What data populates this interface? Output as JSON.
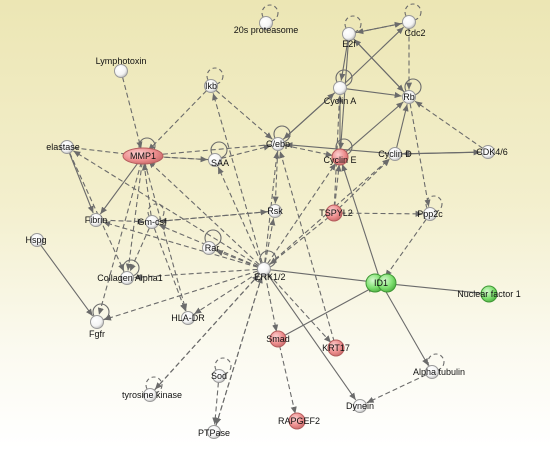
{
  "colors": {
    "neutral": "#ffffff",
    "red": "#ee8f8f",
    "green": "#7fe070",
    "edge": "#6b6b6b"
  },
  "nodes": [
    {
      "id": "proteasome",
      "label": "20s proteasome",
      "color": "neutral"
    },
    {
      "id": "cdc2",
      "label": "Cdc2",
      "color": "neutral"
    },
    {
      "id": "e2f",
      "label": "E2f",
      "color": "neutral"
    },
    {
      "id": "lymphotoxin",
      "label": "Lymphotoxin",
      "color": "neutral"
    },
    {
      "id": "ikb",
      "label": "Ikb",
      "color": "neutral"
    },
    {
      "id": "cyclina",
      "label": "Cyclin A",
      "color": "neutral"
    },
    {
      "id": "rb",
      "label": "Rb",
      "color": "neutral"
    },
    {
      "id": "elastase",
      "label": "elastase",
      "color": "neutral"
    },
    {
      "id": "mmp1",
      "label": "MMP1",
      "color": "red"
    },
    {
      "id": "saa",
      "label": "SAA",
      "color": "neutral"
    },
    {
      "id": "cebp",
      "label": "C/ebp",
      "color": "neutral"
    },
    {
      "id": "cycline",
      "label": "Cyclin E",
      "color": "red"
    },
    {
      "id": "cyclind",
      "label": "Cyclin D",
      "color": "neutral"
    },
    {
      "id": "cdk46",
      "label": "CDK4/6",
      "color": "neutral"
    },
    {
      "id": "fibrin",
      "label": "Fibrin",
      "color": "neutral"
    },
    {
      "id": "gmcsf",
      "label": "Gm-csf",
      "color": "neutral"
    },
    {
      "id": "rsk",
      "label": "Rsk",
      "color": "neutral"
    },
    {
      "id": "tspyl2",
      "label": "TSPYL2",
      "color": "red"
    },
    {
      "id": "ppp2c",
      "label": "Ppp2c",
      "color": "neutral"
    },
    {
      "id": "hspg",
      "label": "Hspg",
      "color": "neutral"
    },
    {
      "id": "rar",
      "label": "Rar",
      "color": "neutral"
    },
    {
      "id": "collagen",
      "label": "Collagen Alpha1",
      "color": "neutral"
    },
    {
      "id": "erk",
      "label": "ERK1/2",
      "color": "neutral"
    },
    {
      "id": "id1",
      "label": "ID1",
      "color": "green"
    },
    {
      "id": "nf1",
      "label": "Nuclear factor 1",
      "color": "green"
    },
    {
      "id": "hladr",
      "label": "HLA-DR",
      "color": "neutral"
    },
    {
      "id": "fgfr",
      "label": "Fgfr",
      "color": "neutral"
    },
    {
      "id": "smad",
      "label": "Smad",
      "color": "red"
    },
    {
      "id": "krt17",
      "label": "KRT17",
      "color": "red"
    },
    {
      "id": "sod",
      "label": "Sod",
      "color": "neutral"
    },
    {
      "id": "alphatub",
      "label": "Alpha tubulin",
      "color": "neutral"
    },
    {
      "id": "tyrkin",
      "label": "tyrosine kinase",
      "color": "neutral"
    },
    {
      "id": "dynein",
      "label": "Dynein",
      "color": "neutral"
    },
    {
      "id": "rapgef2",
      "label": "RAPGEF2",
      "color": "red"
    },
    {
      "id": "ptpase",
      "label": "PTPase",
      "color": "neutral"
    }
  ],
  "edges": [
    {
      "from": "lymphotoxin",
      "to": "mmp1",
      "style": "dashed"
    },
    {
      "from": "ikb",
      "to": "mmp1",
      "style": "dashed"
    },
    {
      "from": "ikb",
      "to": "cebp",
      "style": "dashed"
    },
    {
      "from": "elastase",
      "to": "mmp1",
      "style": "dashed"
    },
    {
      "from": "elastase",
      "to": "fibrin",
      "style": "solid"
    },
    {
      "from": "elastase",
      "to": "collagen",
      "style": "dashed"
    },
    {
      "from": "mmp1",
      "to": "fibrin",
      "style": "solid"
    },
    {
      "from": "mmp1",
      "to": "collagen",
      "style": "dashed"
    },
    {
      "from": "mmp1",
      "to": "hladr",
      "style": "dashed"
    },
    {
      "from": "mmp1",
      "to": "fgfr",
      "style": "dashed"
    },
    {
      "from": "mmp1",
      "to": "saa",
      "style": "dashed"
    },
    {
      "from": "saa",
      "to": "mmp1",
      "style": "dashed"
    },
    {
      "from": "saa",
      "to": "cebp",
      "style": "dashed"
    },
    {
      "from": "cebp",
      "to": "mmp1",
      "style": "dashed"
    },
    {
      "from": "cebp",
      "to": "cycline",
      "style": "dashed"
    },
    {
      "from": "cebp",
      "to": "rsk",
      "style": "dashed"
    },
    {
      "from": "cebp",
      "to": "cyclina",
      "style": "solid"
    },
    {
      "from": "e2f",
      "to": "cyclina",
      "style": "solid"
    },
    {
      "from": "e2f",
      "to": "cycline",
      "style": "solid"
    },
    {
      "from": "e2f",
      "to": "cdc2",
      "style": "solid"
    },
    {
      "from": "e2f",
      "to": "rb",
      "style": "solid"
    },
    {
      "from": "rb",
      "to": "e2f",
      "style": "solid"
    },
    {
      "from": "cdc2",
      "to": "rb",
      "style": "dashed"
    },
    {
      "from": "cdc2",
      "to": "e2f",
      "style": "dashed"
    },
    {
      "from": "cyclina",
      "to": "cdc2",
      "style": "solid"
    },
    {
      "from": "cyclina",
      "to": "rb",
      "style": "solid"
    },
    {
      "from": "cyclina",
      "to": "cebp",
      "style": "solid"
    },
    {
      "from": "cycline",
      "to": "rb",
      "style": "solid"
    },
    {
      "from": "cycline",
      "to": "cyclina",
      "style": "solid"
    },
    {
      "from": "cyclind",
      "to": "rb",
      "style": "solid"
    },
    {
      "from": "cyclind",
      "to": "cebp",
      "style": "solid"
    },
    {
      "from": "cyclind",
      "to": "cdk46",
      "style": "solid"
    },
    {
      "from": "cdk46",
      "to": "cyclind",
      "style": "solid"
    },
    {
      "from": "cdk46",
      "to": "rb",
      "style": "dashed"
    },
    {
      "from": "rb",
      "to": "ppp2c",
      "style": "dashed"
    },
    {
      "from": "ppp2c",
      "to": "id1",
      "style": "dashed"
    },
    {
      "from": "tspyl2",
      "to": "cyclina",
      "style": "dashed"
    },
    {
      "from": "tspyl2",
      "to": "cycline",
      "style": "dashed"
    },
    {
      "from": "tspyl2",
      "to": "cyclind",
      "style": "dashed"
    },
    {
      "from": "tspyl2",
      "to": "erk",
      "style": "dashed"
    },
    {
      "from": "tspyl2",
      "to": "ppp2c",
      "style": "dashed"
    },
    {
      "from": "rsk",
      "to": "gmcsf",
      "style": "dashed"
    },
    {
      "from": "erk",
      "to": "rsk",
      "style": "dashed"
    },
    {
      "from": "erk",
      "to": "cebp",
      "style": "dashed"
    },
    {
      "from": "erk",
      "to": "cycline",
      "style": "dashed"
    },
    {
      "from": "erk",
      "to": "cyclind",
      "style": "dashed"
    },
    {
      "from": "erk",
      "to": "mmp1",
      "style": "dashed"
    },
    {
      "from": "erk",
      "to": "saa",
      "style": "dashed"
    },
    {
      "from": "erk",
      "to": "ikb",
      "style": "dashed"
    },
    {
      "from": "erk",
      "to": "elastase",
      "style": "dashed"
    },
    {
      "from": "erk",
      "to": "fibrin",
      "style": "dashed"
    },
    {
      "from": "erk",
      "to": "gmcsf",
      "style": "dashed"
    },
    {
      "from": "erk",
      "to": "collagen",
      "style": "dashed"
    },
    {
      "from": "erk",
      "to": "rar",
      "style": "dashed"
    },
    {
      "from": "erk",
      "to": "fgfr",
      "style": "dashed"
    },
    {
      "from": "erk",
      "to": "hladr",
      "style": "dashed"
    },
    {
      "from": "erk",
      "to": "smad",
      "style": "dashed"
    },
    {
      "from": "erk",
      "to": "krt17",
      "style": "dashed"
    },
    {
      "from": "erk",
      "to": "tyrkin",
      "style": "dashed"
    },
    {
      "from": "erk",
      "to": "ptpase",
      "style": "dashed"
    },
    {
      "from": "erk",
      "to": "id1",
      "style": "solid"
    },
    {
      "from": "erk",
      "to": "dynein",
      "style": "solid"
    },
    {
      "from": "gmcsf",
      "to": "mmp1",
      "style": "dashed"
    },
    {
      "from": "gmcsf",
      "to": "hladr",
      "style": "dashed"
    },
    {
      "from": "gmcsf",
      "to": "collagen",
      "style": "dashed"
    },
    {
      "from": "gmcsf",
      "to": "rsk",
      "style": "dashed"
    },
    {
      "from": "fibrin",
      "to": "gmcsf",
      "style": "dashed"
    },
    {
      "from": "hspg",
      "to": "fgfr",
      "style": "solid"
    },
    {
      "from": "smad",
      "to": "id1",
      "style": "solid"
    },
    {
      "from": "smad",
      "to": "rapgef2",
      "style": "dashed"
    },
    {
      "from": "id1",
      "to": "alphatub",
      "style": "solid"
    },
    {
      "from": "id1",
      "to": "cycline",
      "style": "solid"
    },
    {
      "from": "nf1",
      "to": "id1",
      "style": "solid"
    },
    {
      "from": "sod",
      "to": "ptpase",
      "style": "dashed"
    },
    {
      "from": "tyrkin",
      "to": "erk",
      "style": "dashed"
    },
    {
      "from": "ptpase",
      "to": "erk",
      "style": "dashed"
    },
    {
      "from": "krt17",
      "to": "cebp",
      "style": "dashed"
    },
    {
      "from": "alphatub",
      "to": "dynein",
      "style": "dashed"
    }
  ]
}
